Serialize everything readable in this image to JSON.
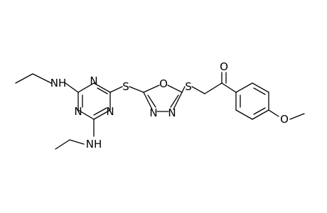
{
  "molecule": {
    "atoms": {
      "nh_top": "NH",
      "nh_bottom": "NH",
      "n_triazine_top": "N",
      "n_triazine_left": "N",
      "n_triazine_right": "N",
      "s_left": "S",
      "o_ring": "O",
      "n_ring_left": "N",
      "n_ring_right": "N",
      "s_right": "S",
      "o_carbonyl": "O",
      "o_methoxy": "O"
    }
  }
}
